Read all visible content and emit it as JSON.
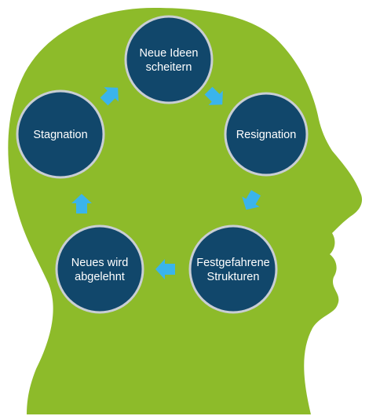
{
  "diagram": {
    "type": "cycle",
    "colors": {
      "head": "#8dbb2a",
      "node_fill": "#11476b",
      "node_ring": "#c9ced4",
      "arrow": "#3ab4ec"
    },
    "nodes": [
      {
        "id": "neue-ideen",
        "lines": [
          "Neue Ideen",
          "scheitern"
        ]
      },
      {
        "id": "resignation",
        "lines": [
          "Resignation"
        ]
      },
      {
        "id": "festgefahrene",
        "lines": [
          "Festgefahrene",
          "Strukturen"
        ]
      },
      {
        "id": "neues-abgelehnt",
        "lines": [
          "Neues wird",
          "abgelehnt"
        ]
      },
      {
        "id": "stagnation",
        "lines": [
          "Stagnation"
        ]
      }
    ],
    "cycle_order": [
      "neue-ideen",
      "resignation",
      "festgefahrene",
      "neues-abgelehnt",
      "stagnation"
    ]
  }
}
